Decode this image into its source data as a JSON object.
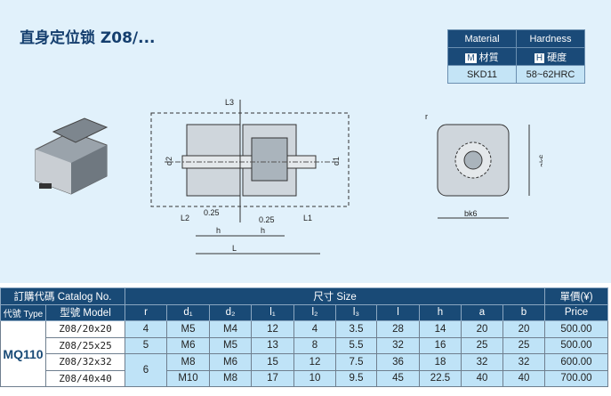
{
  "title": "直身定位锁 Z08/...",
  "material_table": {
    "header": [
      "Material",
      "Hardness"
    ],
    "subheader": [
      {
        "badge": "M",
        "label": "材質"
      },
      {
        "badge": "H",
        "label": "硬度"
      }
    ],
    "values": [
      "SKD11",
      "58~62HRC"
    ]
  },
  "drawing_labels": {
    "l3": "L3",
    "d2": "d2",
    "d1": "d1",
    "l2": "L2",
    "l1": "L1",
    "gap1": "0.25",
    "gap2": "0.25",
    "h1": "h",
    "h2": "h",
    "L": "L",
    "r": "r",
    "a": "ak6",
    "b": "bk6"
  },
  "catalog": {
    "catalog_header": "訂購代碼 Catalog No.",
    "size_header": "尺寸 Size",
    "price_header": "單價(¥)",
    "price_sub": "Price",
    "type_header": "代號 Type",
    "model_header": "型號 Model",
    "columns": [
      "r",
      "d₁",
      "d₂",
      "l₁",
      "l₂",
      "l₃",
      "l",
      "h",
      "a",
      "b"
    ],
    "type": "MQ110",
    "rows": [
      {
        "model": "Z08/20x20",
        "r": "4",
        "d1": "M5",
        "d2": "M4",
        "l1": "12",
        "l2": "4",
        "l3": "3.5",
        "l": "28",
        "h": "14",
        "a": "20",
        "b": "20",
        "price": "500.00"
      },
      {
        "model": "Z08/25x25",
        "r": "5",
        "d1": "M6",
        "d2": "M5",
        "l1": "13",
        "l2": "8",
        "l3": "5.5",
        "l": "32",
        "h": "16",
        "a": "25",
        "b": "25",
        "price": "500.00"
      },
      {
        "model": "Z08/32x32",
        "r": "6",
        "d1": "M8",
        "d2": "M6",
        "l1": "15",
        "l2": "12",
        "l3": "7.5",
        "l": "36",
        "h": "18",
        "a": "32",
        "b": "32",
        "price": "600.00"
      },
      {
        "model": "Z08/40x40",
        "r": "6",
        "d1": "M10",
        "d2": "M8",
        "l1": "17",
        "l2": "10",
        "l3": "9.5",
        "l": "45",
        "h": "22.5",
        "a": "40",
        "b": "40",
        "price": "700.00"
      }
    ]
  }
}
